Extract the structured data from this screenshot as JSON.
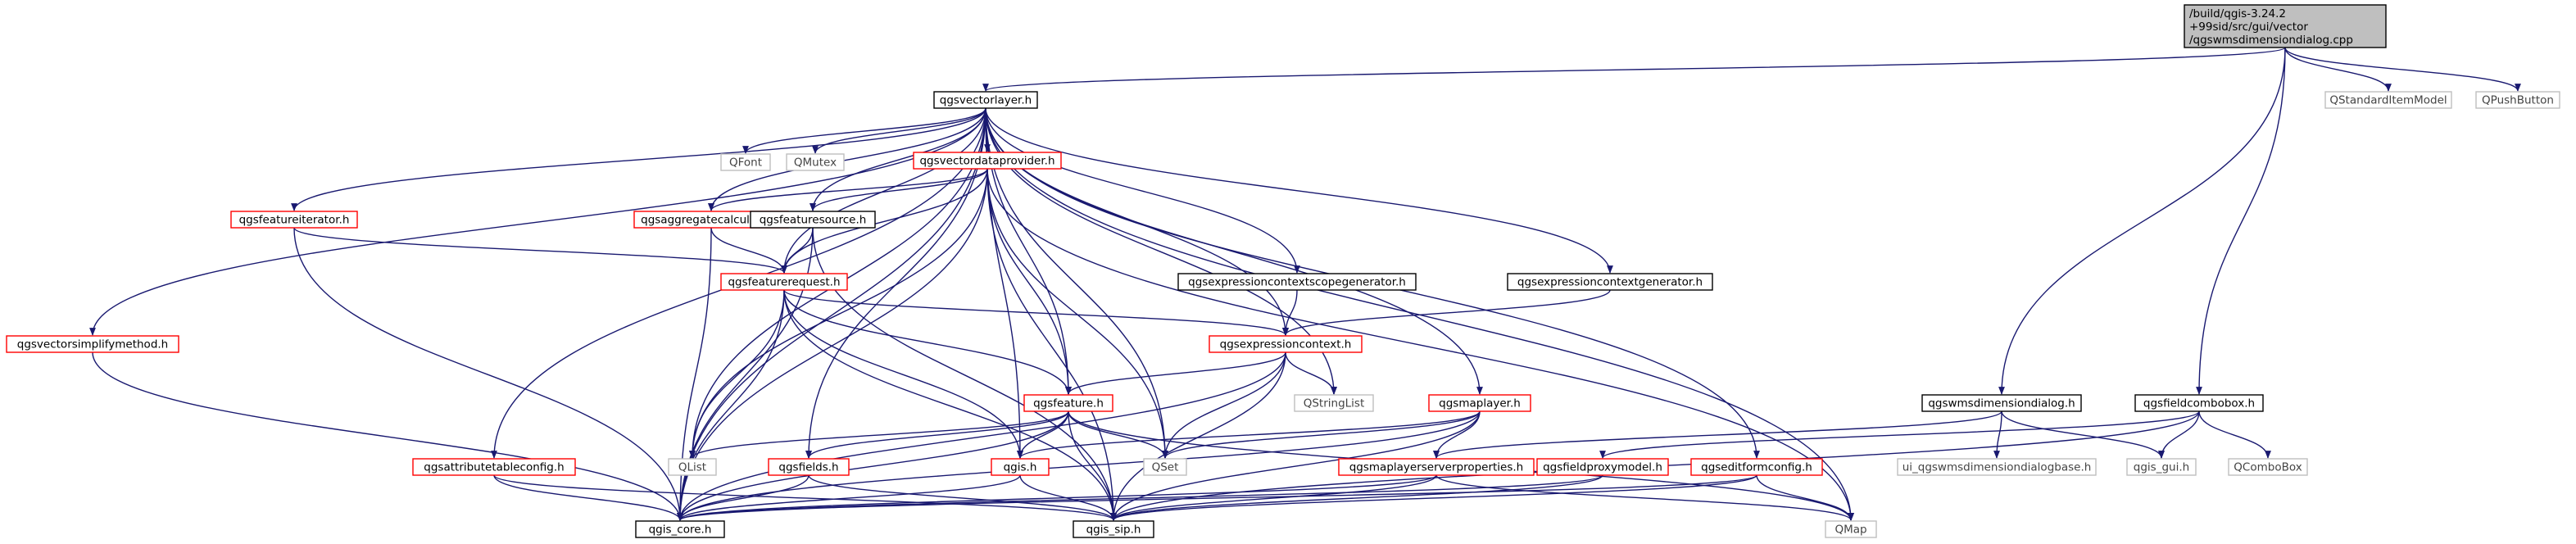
{
  "root": {
    "lines": [
      "/build/qgis-3.24.2",
      "+99sid/src/gui/vector",
      "/qgswmsdimensiondialog.cpp"
    ]
  },
  "colors": {
    "edge": "#191970",
    "root_fill": "#bfbfbf",
    "normal_border": "#000000",
    "red_border": "#ff0000",
    "external_border": "#bfbfbf"
  },
  "nodes": {
    "qgsvectorlayer": "qgsvectorlayer.h",
    "qstandarditemmodel": "QStandardItemModel",
    "qpushbutton": "QPushButton",
    "qfont": "QFont",
    "qmutex": "QMutex",
    "qgsvectordataprovider": "qgsvectordataprovider.h",
    "qgsfeatureiterator": "qgsfeatureiterator.h",
    "qgsaggregatecalculator": "qgsaggregatecalculator.h",
    "qgsfeaturesource": "qgsfeaturesource.h",
    "qgsfeaturerequest": "qgsfeaturerequest.h",
    "qgsexpressioncontextscopegenerator": "qgsexpressioncontextscopegenerator.h",
    "qgsexpressioncontextgenerator": "qgsexpressioncontextgenerator.h",
    "qgsvectorsimplifymethod": "qgsvectorsimplifymethod.h",
    "qgsexpressioncontext": "qgsexpressioncontext.h",
    "qstringlist": "QStringList",
    "qgsfeature": "qgsfeature.h",
    "qgsmaplayer": "qgsmaplayer.h",
    "qgswmsdimensiondialog": "qgswmsdimensiondialog.h",
    "qgsfieldcombobox": "qgsfieldcombobox.h",
    "qlist": "QList",
    "qset": "QSet",
    "qgsattributetableconfig": "qgsattributetableconfig.h",
    "qgsfields": "qgsfields.h",
    "qgis": "qgis.h",
    "qgsmaplayerserverproperties": "qgsmaplayerserverproperties.h",
    "qgsfieldproxymodel": "qgsfieldproxymodel.h",
    "qgseditformconfig": "qgseditformconfig.h",
    "ui_qgswmsdimensiondialogbase": "ui_qgswmsdimensiondialogbase.h",
    "qgis_gui": "qgis_gui.h",
    "qcombobox": "QComboBox",
    "qgis_core": "qgis_core.h",
    "qgis_sip": "qgis_sip.h",
    "qmap": "QMap"
  }
}
